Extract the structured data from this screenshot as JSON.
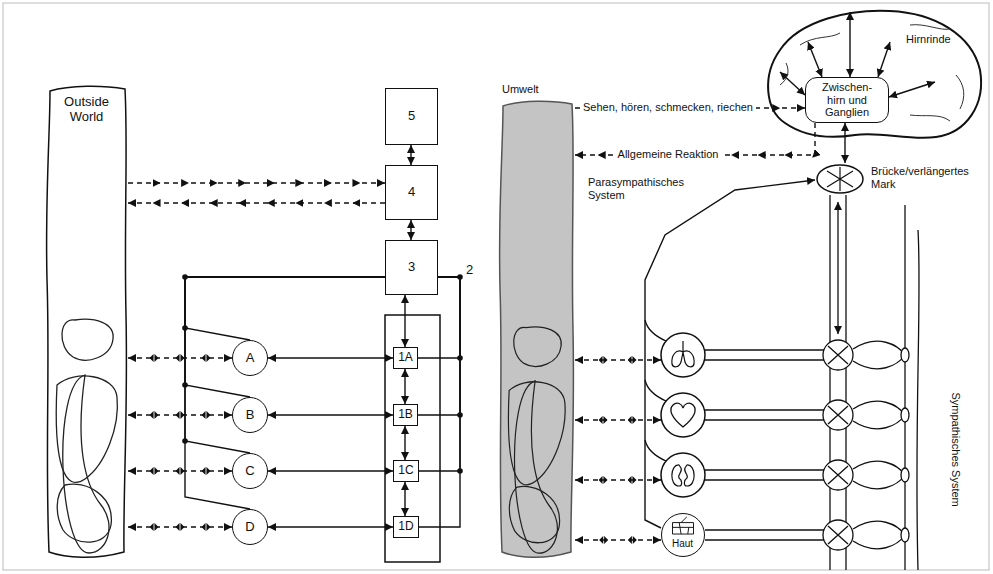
{
  "diagram": {
    "nodes": [
      {
        "text": [
          "Outside World"
        ]
      },
      {
        "text": [
          "5"
        ]
      },
      {
        "text": [
          "4"
        ]
      },
      {
        "text": [
          "3"
        ]
      },
      {
        "text": [
          "1A"
        ]
      },
      {
        "text": [
          "1B"
        ]
      },
      {
        "text": [
          "1C"
        ]
      },
      {
        "text": [
          "1D"
        ]
      },
      {
        "text": [
          "A"
        ]
      },
      {
        "text": [
          "B"
        ]
      },
      {
        "text": [
          "C"
        ]
      },
      {
        "text": [
          "D"
        ]
      },
      {
        "text": [
          "Umwelt"
        ]
      },
      {
        "text": [
          "Hirnrinde"
        ]
      },
      {
        "text": [
          "Zwischen- hirn und Ganglien"
        ],
        "in": 13
      },
      {
        "text": [
          "Brücke/verlängertes Mark"
        ]
      },
      {
        "text": [
          "Haut"
        ]
      }
    ],
    "edges": [
      {
        "from": 0,
        "to": 2,
        "arrow": "to"
      },
      {
        "from": 2,
        "to": 0,
        "arrow": "to"
      },
      {
        "from": 1,
        "to": 2,
        "arrow": "both"
      },
      {
        "from": 2,
        "to": 3,
        "arrow": "both"
      },
      {
        "from": 3,
        "to": 4,
        "arrow": "both"
      },
      {
        "from": 4,
        "to": 5,
        "arrow": "both"
      },
      {
        "from": 5,
        "to": 6,
        "arrow": "both"
      },
      {
        "from": 6,
        "to": 7,
        "arrow": "both"
      },
      {
        "from": 8,
        "to": 4,
        "arrow": "both"
      },
      {
        "from": 9,
        "to": 5,
        "arrow": "both"
      },
      {
        "from": 10,
        "to": 6,
        "arrow": "both"
      },
      {
        "from": 11,
        "to": 7,
        "arrow": "both"
      },
      {
        "from": 0,
        "to": 8,
        "arrow": "both"
      },
      {
        "from": 0,
        "to": 9,
        "arrow": "both"
      },
      {
        "from": 0,
        "to": 10,
        "arrow": "both"
      },
      {
        "from": 0,
        "to": 11,
        "arrow": "both"
      },
      {
        "from": 3,
        "to": 8,
        "arrow": "none"
      },
      {
        "from": 3,
        "to": 9,
        "arrow": "none"
      },
      {
        "from": 3,
        "to": 10,
        "arrow": "none"
      },
      {
        "from": 3,
        "to": 11,
        "arrow": "none"
      },
      {
        "from": 3,
        "to": 4,
        "arrow": "none"
      },
      {
        "from": 3,
        "to": 5,
        "arrow": "none"
      },
      {
        "from": 3,
        "to": 6,
        "arrow": "none"
      },
      {
        "from": 3,
        "to": 7,
        "arrow": "none"
      },
      {
        "from": 12,
        "to": 14,
        "label": "Sehen, hören, schmecken, riechen",
        "arrow": "to"
      },
      {
        "from": 14,
        "to": 12,
        "label": "Allgemeine Reaktion",
        "arrow": "to"
      },
      {
        "from": 14,
        "to": 13,
        "arrow": "both"
      },
      {
        "from": 14,
        "to": 15,
        "arrow": "both"
      },
      {
        "from": 16,
        "to": 15,
        "arrow": "to"
      },
      {
        "from": 12,
        "to": 16,
        "arrow": "both"
      }
    ],
    "labels": [
      "2",
      "Parasympathisches System",
      "Sympathisches System"
    ]
  }
}
